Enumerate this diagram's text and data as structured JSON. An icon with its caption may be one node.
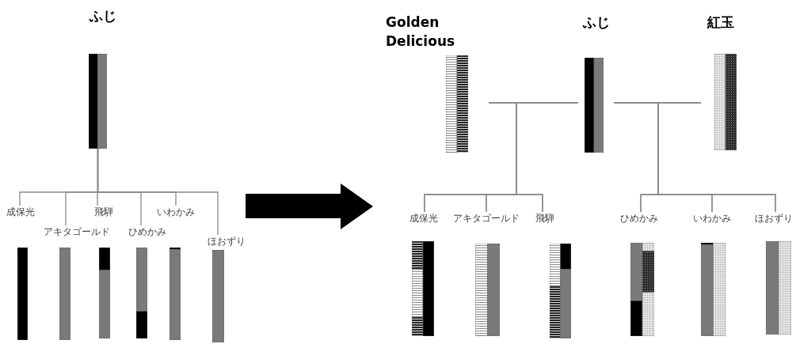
{
  "diagram": {
    "nodes": [
      {
        "text": [
          "ふじ"
        ]
      },
      {
        "text": [
          "成保光"
        ]
      },
      {
        "text": [
          "アキタゴールド"
        ]
      },
      {
        "text": [
          "飛騨"
        ]
      },
      {
        "text": [
          "ひめかみ"
        ]
      },
      {
        "text": [
          "いわかみ"
        ]
      },
      {
        "text": [
          "ほおずり"
        ]
      },
      {
        "text": [
          "Golden Delicious"
        ]
      },
      {
        "text": [
          "ふじ"
        ]
      },
      {
        "text": [
          "紅玉"
        ]
      },
      {
        "text": [
          "成保光"
        ]
      },
      {
        "text": [
          "アキタゴールド"
        ]
      },
      {
        "text": [
          "飛騨"
        ]
      },
      {
        "text": [
          "ひめかみ"
        ]
      },
      {
        "text": [
          "いわかみ"
        ]
      },
      {
        "text": [
          "ほおずり"
        ]
      },
      {
        "text": [],
        "shape": "bar"
      },
      {
        "text": [],
        "shape": "bar"
      },
      {
        "text": [],
        "shape": "bar"
      },
      {
        "text": [],
        "shape": "bar"
      },
      {
        "text": [],
        "shape": "bar"
      },
      {
        "text": [],
        "shape": "bar"
      },
      {
        "text": [],
        "shape": "bar"
      },
      {
        "text": [],
        "shape": "bar"
      },
      {
        "text": [],
        "shape": "bar"
      },
      {
        "text": [],
        "shape": "bar"
      },
      {
        "text": [],
        "shape": "bar"
      },
      {
        "text": [],
        "shape": "bar"
      }
    ],
    "edges": [
      {
        "from": 0,
        "to": 1,
        "arrow": "none"
      },
      {
        "from": 0,
        "to": 2,
        "arrow": "none"
      },
      {
        "from": 0,
        "to": 3,
        "arrow": "none"
      },
      {
        "from": 0,
        "to": 4,
        "arrow": "none"
      },
      {
        "from": 0,
        "to": 5,
        "arrow": "none"
      },
      {
        "from": 0,
        "to": 6,
        "arrow": "none"
      },
      {
        "from": 7,
        "to": 10,
        "arrow": "none"
      },
      {
        "from": 7,
        "to": 11,
        "arrow": "none"
      },
      {
        "from": 7,
        "to": 12,
        "arrow": "none"
      },
      {
        "from": 8,
        "to": 10,
        "arrow": "none"
      },
      {
        "from": 8,
        "to": 11,
        "arrow": "none"
      },
      {
        "from": 8,
        "to": 12,
        "arrow": "none"
      },
      {
        "from": 8,
        "to": 13,
        "arrow": "none"
      },
      {
        "from": 8,
        "to": 14,
        "arrow": "none"
      },
      {
        "from": 8,
        "to": 15,
        "arrow": "none"
      },
      {
        "from": 9,
        "to": 13,
        "arrow": "none"
      },
      {
        "from": 9,
        "to": 14,
        "arrow": "none"
      },
      {
        "from": 9,
        "to": 15,
        "arrow": "none"
      }
    ]
  }
}
